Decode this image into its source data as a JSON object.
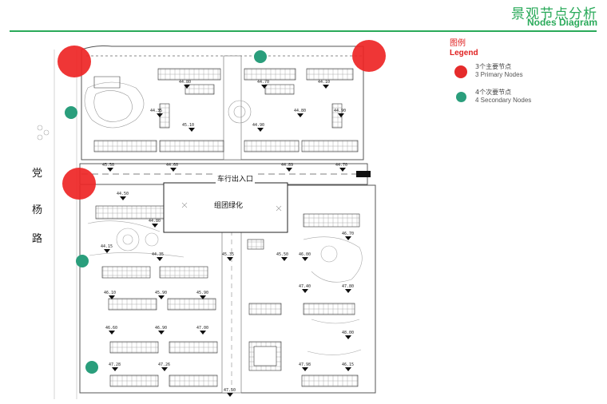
{
  "header": {
    "title_cn": "景观节点分析",
    "title_en": "Nodes Diagram"
  },
  "legend": {
    "title_cn": "图例",
    "title_en": "Legend",
    "items": [
      {
        "label_cn": "3个主要节点",
        "label_en": "3 Primary Nodes",
        "color": "#e52b2b",
        "kind": "primary"
      },
      {
        "label_cn": "4个次要节点",
        "label_en": "4 Secondary Nodes",
        "color": "#2a9e7c",
        "kind": "secondary"
      }
    ]
  },
  "map": {
    "road_name_chars": [
      "党",
      "杨",
      "路"
    ],
    "labels": {
      "entrance": "车行出入口",
      "green_area": "组团绿化"
    },
    "elevations": [
      "44.80",
      "44.70",
      "44.10",
      "44.35",
      "44.80",
      "44.90",
      "45.10",
      "44.90",
      "45.50",
      "44.60",
      "44.89",
      "44.70",
      "44.50",
      "44.80",
      "44.15",
      "44.35",
      "45.35",
      "45.50",
      "46.00",
      "46.10",
      "45.90",
      "45.90",
      "46.60",
      "46.90",
      "47.00",
      "47.28",
      "47.26",
      "47.50",
      "47.40",
      "47.80",
      "48.00",
      "47.98",
      "46.15",
      "46.70"
    ]
  }
}
